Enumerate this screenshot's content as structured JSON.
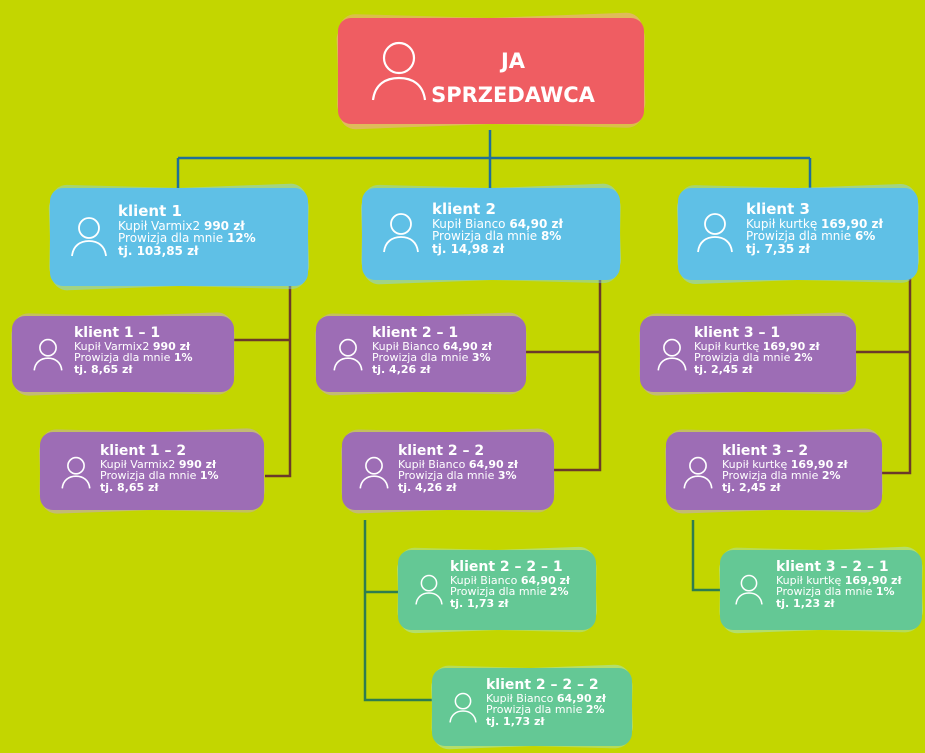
{
  "root": {
    "line1": "JA",
    "line2": "SPRZEDAWCA"
  },
  "nodes": {
    "k1": {
      "title": "klient 1",
      "bought_prefix": "Kupił Varmix2 ",
      "bought_price": "990 zł",
      "commission_prefix": "Prowizja dla mnie ",
      "commission_pct": "12%",
      "total": "tj. 103,85 zł"
    },
    "k2": {
      "title": "klient 2",
      "bought_prefix": "Kupił Bianco ",
      "bought_price": "64,90 zł",
      "commission_prefix": "Prowizja dla mnie ",
      "commission_pct": "8%",
      "total": "tj. 14,98 zł"
    },
    "k3": {
      "title": "klient 3",
      "bought_prefix": "Kupił kurtkę ",
      "bought_price": "169,90 zł",
      "commission_prefix": "Prowizja dla mnie ",
      "commission_pct": "6%",
      "total": "tj. 7,35 zł"
    },
    "k11": {
      "title": "klient 1 – 1",
      "bought_prefix": "Kupił Varmix2 ",
      "bought_price": "990 zł",
      "commission_prefix": "Prowizja dla mnie ",
      "commission_pct": "1%",
      "total": "tj. 8,65 zł"
    },
    "k12": {
      "title": "klient 1 – 2",
      "bought_prefix": "Kupił Varmix2 ",
      "bought_price": "990 zł",
      "commission_prefix": "Prowizja dla mnie ",
      "commission_pct": "1%",
      "total": "tj. 8,65 zł"
    },
    "k21": {
      "title": "klient 2 – 1",
      "bought_prefix": "Kupił Bianco ",
      "bought_price": "64,90 zł",
      "commission_prefix": "Prowizja dla mnie ",
      "commission_pct": "3%",
      "total": "tj. 4,26 zł"
    },
    "k22": {
      "title": "klient 2 – 2",
      "bought_prefix": "Kupił Bianco ",
      "bought_price": "64,90 zł",
      "commission_prefix": "Prowizja dla mnie ",
      "commission_pct": "3%",
      "total": "tj. 4,26 zł"
    },
    "k31": {
      "title": "klient 3 – 1",
      "bought_prefix": "Kupił kurtkę ",
      "bought_price": "169,90 zł",
      "commission_prefix": "Prowizja dla mnie ",
      "commission_pct": "2%",
      "total": "tj. 2,45 zł"
    },
    "k32": {
      "title": "klient 3 – 2",
      "bought_prefix": "Kupił kurtkę ",
      "bought_price": "169,90 zł",
      "commission_prefix": "Prowizja dla mnie ",
      "commission_pct": "2%",
      "total": "tj. 2,45 zł"
    },
    "k221": {
      "title": "klient 2 – 2 – 1",
      "bought_prefix": "Kupił Bianco ",
      "bought_price": "64,90 zł",
      "commission_prefix": "Prowizja dla mnie ",
      "commission_pct": "2%",
      "total": "tj. 1,73 zł"
    },
    "k222": {
      "title": "klient 2 – 2 – 2",
      "bought_prefix": "Kupił Bianco ",
      "bought_price": "64,90 zł",
      "commission_prefix": "Prowizja dla mnie ",
      "commission_pct": "2%",
      "total": "tj. 1,73 zł"
    },
    "k321": {
      "title": "klient 3 – 2 – 1",
      "bought_prefix": "Kupił kurtkę ",
      "bought_price": "169,90 zł",
      "commission_prefix": "Prowizja dla mnie ",
      "commission_pct": "1%",
      "total": "tj. 1,23 zł"
    }
  },
  "colors": {
    "background": "#c3d600",
    "root": "#ef5d62",
    "level1": "#5fc0e6",
    "level2": "#9d6db5",
    "level3": "#64c895",
    "connector_blue": "#1f6f9a",
    "connector_brown": "#6b3a2a",
    "connector_green": "#2e7d4f"
  },
  "icons": {
    "person": "person-outline-icon"
  }
}
